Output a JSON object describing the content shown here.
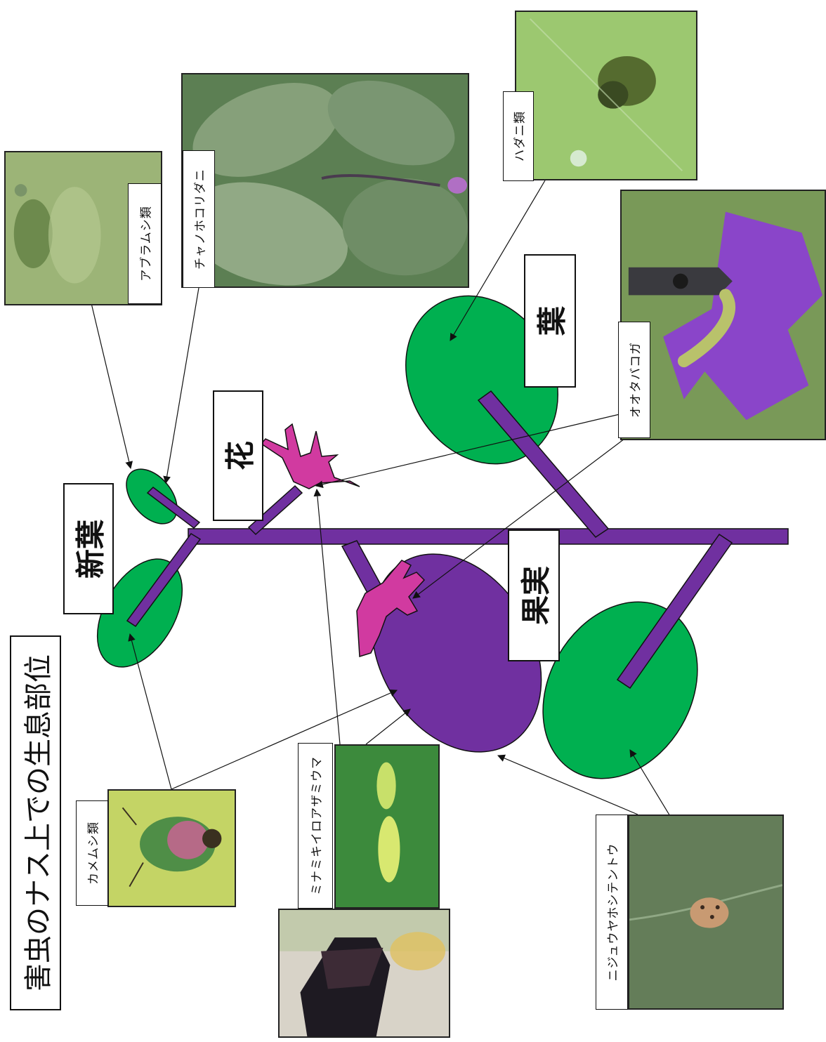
{
  "title": "害虫のナス上での生息部位",
  "parts": {
    "new_leaf": "新葉",
    "flower": "花",
    "leaf": "葉",
    "fruit": "果実"
  },
  "pests": {
    "aphid": "アブラムシ類",
    "broad_mite": "チャノホコリダニ",
    "spider_mite": "ハダニ類",
    "tobacco_budworm": "オオタバコガ",
    "stink_bug": "カメムシ類",
    "thrips": "ミナミキイロアザミウマ",
    "ladybird": "ニジュウヤホシテントウ"
  },
  "colors": {
    "stem": "#7030a0",
    "leaf": "#00b050",
    "flower": "#d13aa0",
    "fruit": "#7030a0"
  },
  "icons": [
    "arrow-icon"
  ]
}
